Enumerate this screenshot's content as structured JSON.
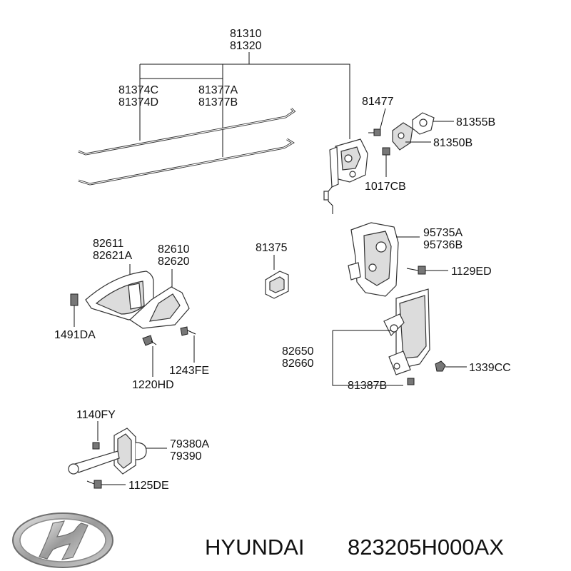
{
  "callouts": {
    "81310": "81310",
    "81320": "81320",
    "81374C": "81374C",
    "81374D": "81374D",
    "81377A": "81377A",
    "81377B": "81377B",
    "81477": "81477",
    "81355B": "81355B",
    "81350B": "81350B",
    "1017CB": "1017CB",
    "82611": "82611",
    "82621A": "82621A",
    "82610": "82610",
    "82620": "82620",
    "81375": "81375",
    "95735A": "95735A",
    "95736B": "95736B",
    "1129ED": "1129ED",
    "1491DA": "1491DA",
    "1243FE": "1243FE",
    "1220HD": "1220HD",
    "82650": "82650",
    "82660": "82660",
    "1339CC": "1339CC",
    "81387B": "81387B",
    "1140FY": "1140FY",
    "79380A": "79380A",
    "79390": "79390",
    "1125DE": "1125DE"
  },
  "footer": {
    "brand": "HYUNDAI",
    "part_number": "823205H000AX"
  },
  "logo": "hyundai-logo"
}
